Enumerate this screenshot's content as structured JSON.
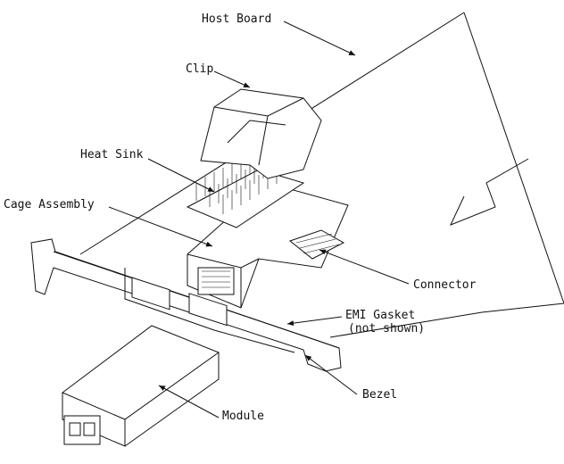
{
  "labels": {
    "host_board": "Host Board",
    "clip": "Clip",
    "heat_sink": "Heat Sink",
    "cage_assembly": "Cage Assembly",
    "connector": "Connector",
    "emi_gasket": "EMI Gasket",
    "emi_gasket_note": "(not shown)",
    "bezel": "Bezel",
    "module": "Module"
  }
}
